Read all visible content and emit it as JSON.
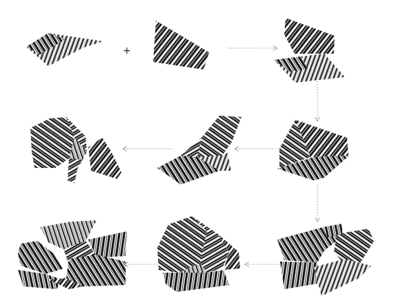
{
  "figure": {
    "plus_sign": "+",
    "colors": {
      "stripe_dark": "#161616",
      "stripe_light": "#dcdcdc",
      "stripe_white": "#f6f6f6",
      "arrow": "#a9a9a9",
      "background": "#ffffff"
    },
    "arrow_style": "dotted-gray-open-chevron",
    "flow": [
      "right",
      "down",
      "left",
      "down",
      "left"
    ],
    "stages": [
      {
        "id": "input-piece-a"
      },
      {
        "id": "input-piece-b"
      },
      {
        "id": "stage-1"
      },
      {
        "id": "stage-2"
      },
      {
        "id": "stage-3"
      },
      {
        "id": "stage-4"
      },
      {
        "id": "stage-5"
      },
      {
        "id": "stage-6"
      },
      {
        "id": "stage-7"
      }
    ]
  }
}
